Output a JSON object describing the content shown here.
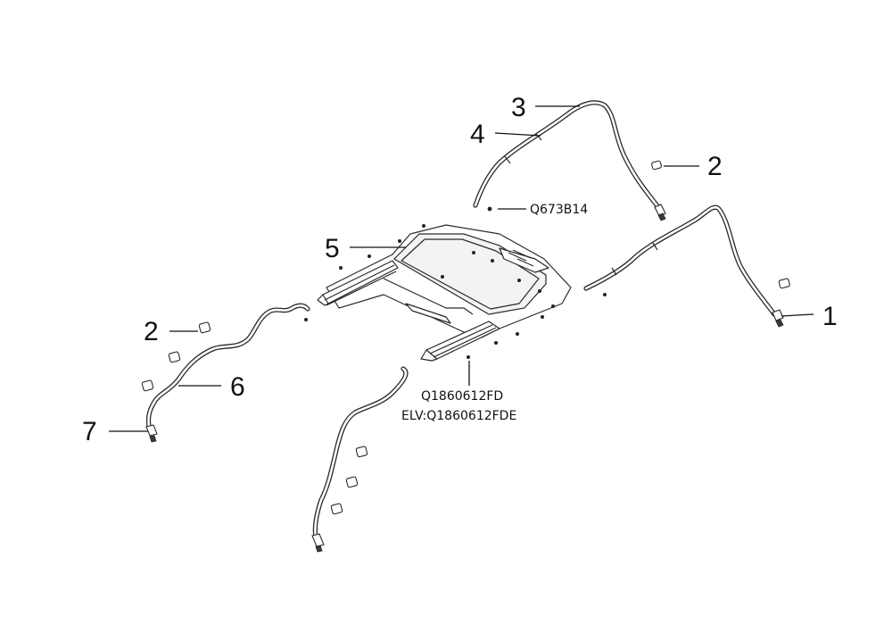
{
  "callouts": {
    "c1": "1",
    "c2a": "2",
    "c2b": "2",
    "c3": "3",
    "c4": "4",
    "c5": "5",
    "c6": "6",
    "c7": "7"
  },
  "part_codes": {
    "clip_code": "Q673B14",
    "screw_code": "Q1860612FD",
    "screw_code_elv": "ELV:Q1860612FDE"
  },
  "colors": {
    "line": "#2a2a2a",
    "background": "#ffffff"
  }
}
